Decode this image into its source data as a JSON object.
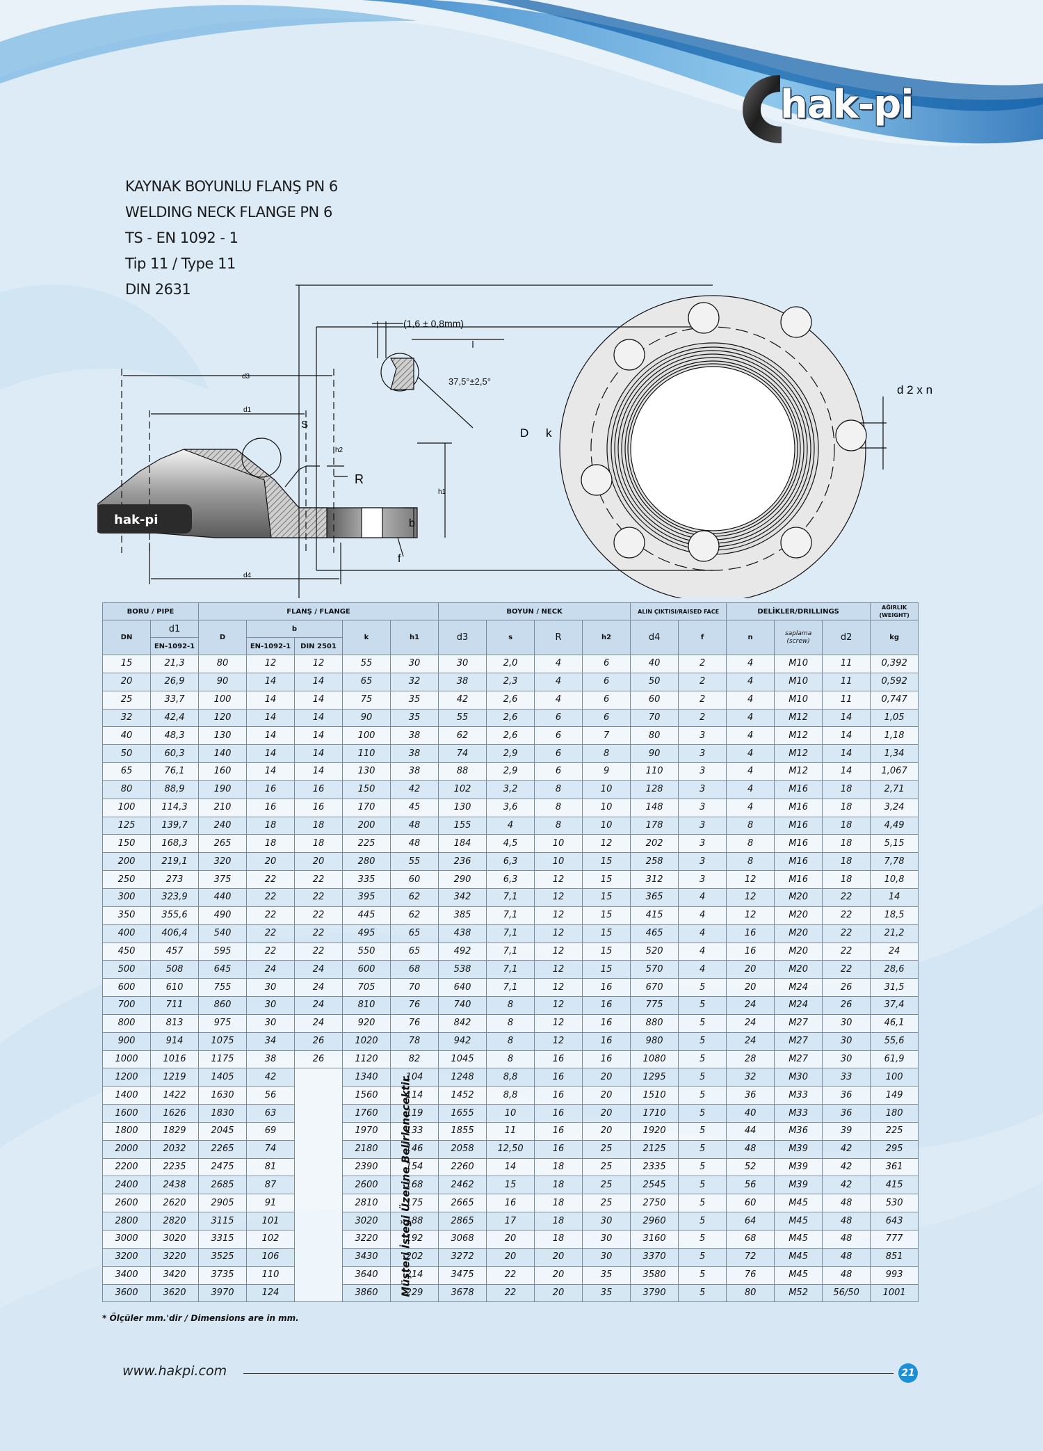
{
  "brand": {
    "logo_text": "hak-pi",
    "badge_text": "hak-pi",
    "url": "www.hakpi.com",
    "page_number": "21"
  },
  "titles": [
    "KAYNAK BOYUNLU FLANŞ PN 6",
    "WELDING NECK FLANGE PN 6",
    "TS - EN 1092 - 1",
    "Tip 11 / Type 11",
    "DIN 2631"
  ],
  "diagram": {
    "tolerance": "(1,6 ± 0,8mm)",
    "angle": "37,5°±2,5°",
    "d3": "d3",
    "d1": "d1",
    "d4": "d4",
    "s": "S",
    "h2": "h2",
    "R": "R",
    "h1": "h1",
    "b": "b",
    "f": "f",
    "D": "D",
    "k": "k",
    "d2xn": "d 2 x n"
  },
  "table": {
    "group_headers": {
      "pipe": "BORU / PIPE",
      "flange": "FLANŞ / FLANGE",
      "neck": "BOYUN / NECK",
      "raised": "ALIN ÇIKTISI/RAISED FACE",
      "drill": "DELİKLER/DRILLINGS",
      "weight": "AĞIRLIK (WEIGHT)"
    },
    "col_headers": {
      "DN": "DN",
      "d1": "d1",
      "en": "EN-1092-1",
      "D": "D",
      "b": "b",
      "b_en": "EN-1092-1",
      "b_din": "DIN 2501",
      "k": "k",
      "h1": "h1",
      "d3": "d3",
      "s": "s",
      "R": "R",
      "h2": "h2",
      "d4": "d4",
      "f": "f",
      "n": "n",
      "screw": "saplama (screw)",
      "d2": "d2",
      "kg": "kg"
    },
    "note": "Müşteri İsteği Üzerine Belirlenecektir.",
    "rows": [
      [
        "15",
        "21,3",
        "80",
        "12",
        "12",
        "55",
        "30",
        "30",
        "2,0",
        "4",
        "6",
        "40",
        "2",
        "4",
        "M10",
        "11",
        "0,392"
      ],
      [
        "20",
        "26,9",
        "90",
        "14",
        "14",
        "65",
        "32",
        "38",
        "2,3",
        "4",
        "6",
        "50",
        "2",
        "4",
        "M10",
        "11",
        "0,592"
      ],
      [
        "25",
        "33,7",
        "100",
        "14",
        "14",
        "75",
        "35",
        "42",
        "2,6",
        "4",
        "6",
        "60",
        "2",
        "4",
        "M10",
        "11",
        "0,747"
      ],
      [
        "32",
        "42,4",
        "120",
        "14",
        "14",
        "90",
        "35",
        "55",
        "2,6",
        "6",
        "6",
        "70",
        "2",
        "4",
        "M12",
        "14",
        "1,05"
      ],
      [
        "40",
        "48,3",
        "130",
        "14",
        "14",
        "100",
        "38",
        "62",
        "2,6",
        "6",
        "7",
        "80",
        "3",
        "4",
        "M12",
        "14",
        "1,18"
      ],
      [
        "50",
        "60,3",
        "140",
        "14",
        "14",
        "110",
        "38",
        "74",
        "2,9",
        "6",
        "8",
        "90",
        "3",
        "4",
        "M12",
        "14",
        "1,34"
      ],
      [
        "65",
        "76,1",
        "160",
        "14",
        "14",
        "130",
        "38",
        "88",
        "2,9",
        "6",
        "9",
        "110",
        "3",
        "4",
        "M12",
        "14",
        "1,067"
      ],
      [
        "80",
        "88,9",
        "190",
        "16",
        "16",
        "150",
        "42",
        "102",
        "3,2",
        "8",
        "10",
        "128",
        "3",
        "4",
        "M16",
        "18",
        "2,71"
      ],
      [
        "100",
        "114,3",
        "210",
        "16",
        "16",
        "170",
        "45",
        "130",
        "3,6",
        "8",
        "10",
        "148",
        "3",
        "4",
        "M16",
        "18",
        "3,24"
      ],
      [
        "125",
        "139,7",
        "240",
        "18",
        "18",
        "200",
        "48",
        "155",
        "4",
        "8",
        "10",
        "178",
        "3",
        "8",
        "M16",
        "18",
        "4,49"
      ],
      [
        "150",
        "168,3",
        "265",
        "18",
        "18",
        "225",
        "48",
        "184",
        "4,5",
        "10",
        "12",
        "202",
        "3",
        "8",
        "M16",
        "18",
        "5,15"
      ],
      [
        "200",
        "219,1",
        "320",
        "20",
        "20",
        "280",
        "55",
        "236",
        "6,3",
        "10",
        "15",
        "258",
        "3",
        "8",
        "M16",
        "18",
        "7,78"
      ],
      [
        "250",
        "273",
        "375",
        "22",
        "22",
        "335",
        "60",
        "290",
        "6,3",
        "12",
        "15",
        "312",
        "3",
        "12",
        "M16",
        "18",
        "10,8"
      ],
      [
        "300",
        "323,9",
        "440",
        "22",
        "22",
        "395",
        "62",
        "342",
        "7,1",
        "12",
        "15",
        "365",
        "4",
        "12",
        "M20",
        "22",
        "14"
      ],
      [
        "350",
        "355,6",
        "490",
        "22",
        "22",
        "445",
        "62",
        "385",
        "7,1",
        "12",
        "15",
        "415",
        "4",
        "12",
        "M20",
        "22",
        "18,5"
      ],
      [
        "400",
        "406,4",
        "540",
        "22",
        "22",
        "495",
        "65",
        "438",
        "7,1",
        "12",
        "15",
        "465",
        "4",
        "16",
        "M20",
        "22",
        "21,2"
      ],
      [
        "450",
        "457",
        "595",
        "22",
        "22",
        "550",
        "65",
        "492",
        "7,1",
        "12",
        "15",
        "520",
        "4",
        "16",
        "M20",
        "22",
        "24"
      ],
      [
        "500",
        "508",
        "645",
        "24",
        "24",
        "600",
        "68",
        "538",
        "7,1",
        "12",
        "15",
        "570",
        "4",
        "20",
        "M20",
        "22",
        "28,6"
      ],
      [
        "600",
        "610",
        "755",
        "30",
        "24",
        "705",
        "70",
        "640",
        "7,1",
        "12",
        "16",
        "670",
        "5",
        "20",
        "M24",
        "26",
        "31,5"
      ],
      [
        "700",
        "711",
        "860",
        "30",
        "24",
        "810",
        "76",
        "740",
        "8",
        "12",
        "16",
        "775",
        "5",
        "24",
        "M24",
        "26",
        "37,4"
      ],
      [
        "800",
        "813",
        "975",
        "30",
        "24",
        "920",
        "76",
        "842",
        "8",
        "12",
        "16",
        "880",
        "5",
        "24",
        "M27",
        "30",
        "46,1"
      ],
      [
        "900",
        "914",
        "1075",
        "34",
        "26",
        "1020",
        "78",
        "942",
        "8",
        "12",
        "16",
        "980",
        "5",
        "24",
        "M27",
        "30",
        "55,6"
      ],
      [
        "1000",
        "1016",
        "1175",
        "38",
        "26",
        "1120",
        "82",
        "1045",
        "8",
        "16",
        "16",
        "1080",
        "5",
        "28",
        "M27",
        "30",
        "61,9"
      ],
      [
        "1200",
        "1219",
        "1405",
        "42",
        "",
        "1340",
        "104",
        "1248",
        "8,8",
        "16",
        "20",
        "1295",
        "5",
        "32",
        "M30",
        "33",
        "100"
      ],
      [
        "1400",
        "1422",
        "1630",
        "56",
        "",
        "1560",
        "114",
        "1452",
        "8,8",
        "16",
        "20",
        "1510",
        "5",
        "36",
        "M33",
        "36",
        "149"
      ],
      [
        "1600",
        "1626",
        "1830",
        "63",
        "",
        "1760",
        "119",
        "1655",
        "10",
        "16",
        "20",
        "1710",
        "5",
        "40",
        "M33",
        "36",
        "180"
      ],
      [
        "1800",
        "1829",
        "2045",
        "69",
        "",
        "1970",
        "133",
        "1855",
        "11",
        "16",
        "20",
        "1920",
        "5",
        "44",
        "M36",
        "39",
        "225"
      ],
      [
        "2000",
        "2032",
        "2265",
        "74",
        "",
        "2180",
        "146",
        "2058",
        "12,50",
        "16",
        "25",
        "2125",
        "5",
        "48",
        "M39",
        "42",
        "295"
      ],
      [
        "2200",
        "2235",
        "2475",
        "81",
        "",
        "2390",
        "154",
        "2260",
        "14",
        "18",
        "25",
        "2335",
        "5",
        "52",
        "M39",
        "42",
        "361"
      ],
      [
        "2400",
        "2438",
        "2685",
        "87",
        "",
        "2600",
        "168",
        "2462",
        "15",
        "18",
        "25",
        "2545",
        "5",
        "56",
        "M39",
        "42",
        "415"
      ],
      [
        "2600",
        "2620",
        "2905",
        "91",
        "",
        "2810",
        "175",
        "2665",
        "16",
        "18",
        "25",
        "2750",
        "5",
        "60",
        "M45",
        "48",
        "530"
      ],
      [
        "2800",
        "2820",
        "3115",
        "101",
        "",
        "3020",
        "188",
        "2865",
        "17",
        "18",
        "30",
        "2960",
        "5",
        "64",
        "M45",
        "48",
        "643"
      ],
      [
        "3000",
        "3020",
        "3315",
        "102",
        "",
        "3220",
        "192",
        "3068",
        "20",
        "18",
        "30",
        "3160",
        "5",
        "68",
        "M45",
        "48",
        "777"
      ],
      [
        "3200",
        "3220",
        "3525",
        "106",
        "",
        "3430",
        "202",
        "3272",
        "20",
        "20",
        "30",
        "3370",
        "5",
        "72",
        "M45",
        "48",
        "851"
      ],
      [
        "3400",
        "3420",
        "3735",
        "110",
        "",
        "3640",
        "214",
        "3475",
        "22",
        "20",
        "35",
        "3580",
        "5",
        "76",
        "M45",
        "48",
        "993"
      ],
      [
        "3600",
        "3620",
        "3970",
        "124",
        "",
        "3860",
        "229",
        "3678",
        "22",
        "20",
        "35",
        "3790",
        "5",
        "80",
        "M52",
        "56/50",
        "1001"
      ]
    ]
  },
  "footnote": "* Ölçüler mm.'dir / Dimensions are in mm."
}
